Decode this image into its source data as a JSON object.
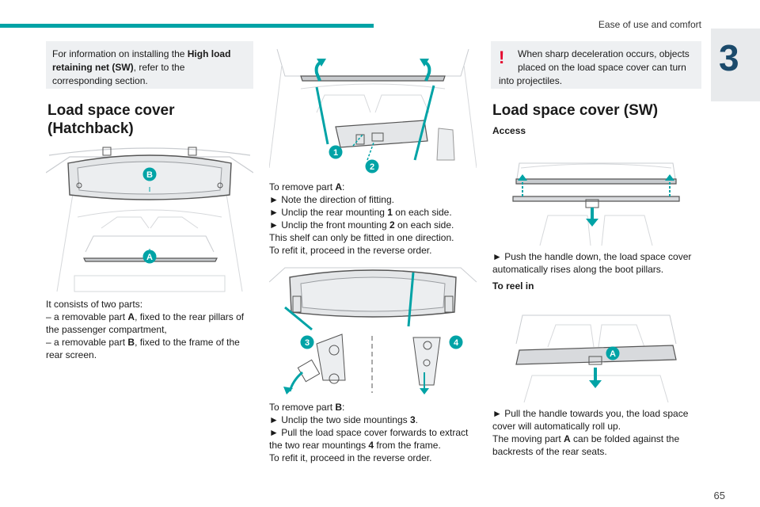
{
  "header": {
    "title": "Ease of use and comfort",
    "chapter": "3",
    "page_number": "65"
  },
  "col1": {
    "note": {
      "pre": "For information on installing the ",
      "bold": "High load retaining net (SW)",
      "post": ", refer to the corresponding section."
    },
    "heading_line1": "Load space cover",
    "heading_line2": "(Hatchback)",
    "fig_labels": {
      "b": "B",
      "a": "A"
    },
    "body": [
      "It consists of two parts:",
      "– a removable part ",
      "A",
      ", fixed to the rear pillars of the passenger compartment,",
      "– a removable part ",
      "B",
      ", fixed to the frame of the rear screen."
    ]
  },
  "col2": {
    "fig1_labels": {
      "one": "1",
      "two": "2"
    },
    "remove_a": {
      "intro_pre": "To remove part ",
      "intro_bold": "A",
      "intro_post": ":",
      "step1": "► Note the direction of fitting.",
      "step2_pre": "► Unclip the rear mounting ",
      "step2_bold": "1",
      "step2_post": " on each side.",
      "step3_pre": "► Unclip the front mounting ",
      "step3_bold": "2",
      "step3_post": " on each side.",
      "line4": "This shelf can only be fitted in one direction.",
      "line5": "To refit it, proceed in the reverse order."
    },
    "fig2_labels": {
      "three": "3",
      "four": "4"
    },
    "remove_b": {
      "intro_pre": "To remove part ",
      "intro_bold": "B",
      "intro_post": ":",
      "step1_pre": "► Unclip the two side mountings ",
      "step1_bold": "3",
      "step1_post": ".",
      "step2_pre": "► Pull the load space cover forwards to extract the two rear mountings ",
      "step2_bold": "4",
      "step2_post": " from the frame.",
      "line3": "To refit it, proceed in the reverse order."
    }
  },
  "col3": {
    "warning": {
      "mark": "!",
      "line1": "When sharp deceleration occurs, objects placed on the load space cover can turn",
      "line2": "into projectiles."
    },
    "heading": "Load space cover (SW)",
    "access": {
      "title": "Access",
      "text": "► Push the handle down, the load space cover automatically rises along the boot pillars."
    },
    "reel": {
      "title": "To reel in",
      "fig_label": "A",
      "text1": "► Pull the handle towards you, the load space cover will automatically roll up.",
      "text2_pre": "The moving part ",
      "text2_bold": "A",
      "text2_post": " can be folded against the backrests of the rear seats."
    }
  },
  "colors": {
    "accent": "#00a3a6",
    "warning": "#e4002b",
    "chapter": "#1b4a6b",
    "note_bg": "#eef0f2"
  }
}
